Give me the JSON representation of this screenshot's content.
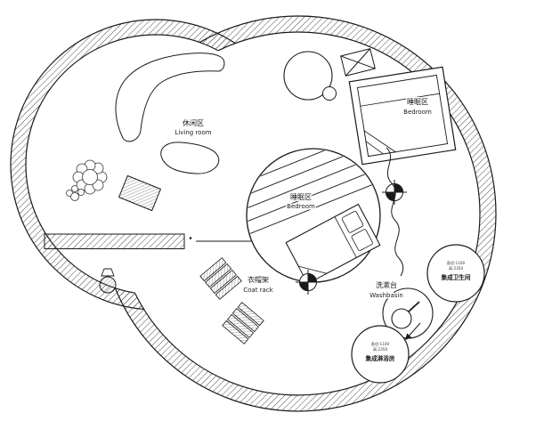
{
  "drawing": {
    "kind": "circular-house-floor-plan"
  },
  "labels": {
    "living": {
      "zh": "休闲区",
      "en": "Living room"
    },
    "bedroom1": {
      "zh": "睡眠区",
      "en": "Bedroom"
    },
    "bedroom2": {
      "zh": "睡眠区",
      "en": "Bedroom"
    },
    "coatrack": {
      "zh": "衣帽架",
      "en": "Coat rack"
    },
    "washbasin": {
      "zh": "洗漱台",
      "en": "Washbasin"
    },
    "bathroom_pod": {
      "spec1": "直径:1100",
      "spec2": "高:2350",
      "name": "集成卫生间"
    },
    "shower_pod": {
      "spec1": "直径:1100",
      "spec2": "高:2350",
      "name": "集成淋浴房"
    }
  },
  "symbols": {
    "target_marker": "crosshair-target",
    "wavy_partition": "wave-line",
    "plant": "plant-top-view",
    "arrow": "down-left-arrow"
  },
  "colors": {
    "line": "#1a1a1a",
    "hatch": "#3a3a3a",
    "background": "#ffffff"
  }
}
